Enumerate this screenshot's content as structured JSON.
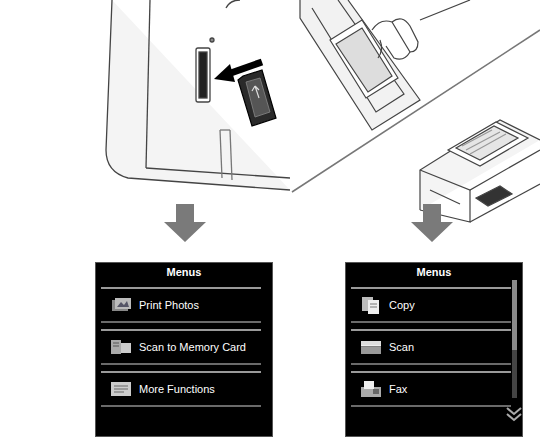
{
  "diagram": {
    "nodes": [
      {
        "text": [
          "Menus"
        ]
      },
      {
        "text": [
          "Print Photos"
        ],
        "in": 0
      },
      {
        "text": [
          "Scan to Memory Card"
        ],
        "in": 0
      },
      {
        "text": [
          "More Functions"
        ],
        "in": 0
      },
      {
        "text": [
          "Menus"
        ]
      },
      {
        "text": [
          "Copy"
        ],
        "in": 4
      },
      {
        "text": [
          "Scan"
        ],
        "in": 4
      },
      {
        "text": [
          "Fax"
        ],
        "in": 4
      }
    ]
  }
}
